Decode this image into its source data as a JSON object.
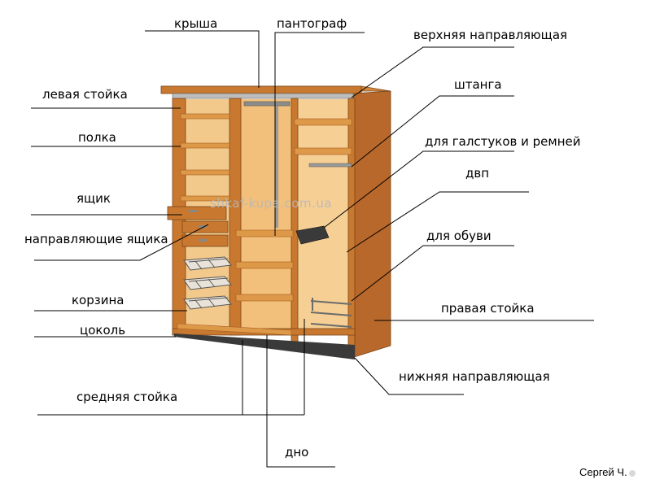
{
  "labels": {
    "roof": "крыша",
    "pantograph": "пантограф",
    "top_rail": "верхняя направляющая",
    "left_post": "левая стойка",
    "rod": "штанга",
    "shelf": "полка",
    "ties_belts": "для галстуков и ремней",
    "hardboard": "двп",
    "drawer": "ящик",
    "drawer_rails": "направляющие ящика",
    "shoes": "для обуви",
    "basket": "корзина",
    "right_post": "правая стойка",
    "plinth": "цоколь",
    "bottom_rail": "нижняя направляющая",
    "middle_post": "средняя стойка",
    "bottom": "дно"
  },
  "watermark": "shkaf-kupe.com.ua",
  "signature": "Сергей Ч.",
  "colors": {
    "wood_front": "#c9782f",
    "wood_side": "#b8682a",
    "wood_inner": "#e3a55c",
    "back_panel": "#f3c98b",
    "shelf_top": "#dd9848",
    "shelf_edge": "#a65d22",
    "line": "#000000"
  }
}
